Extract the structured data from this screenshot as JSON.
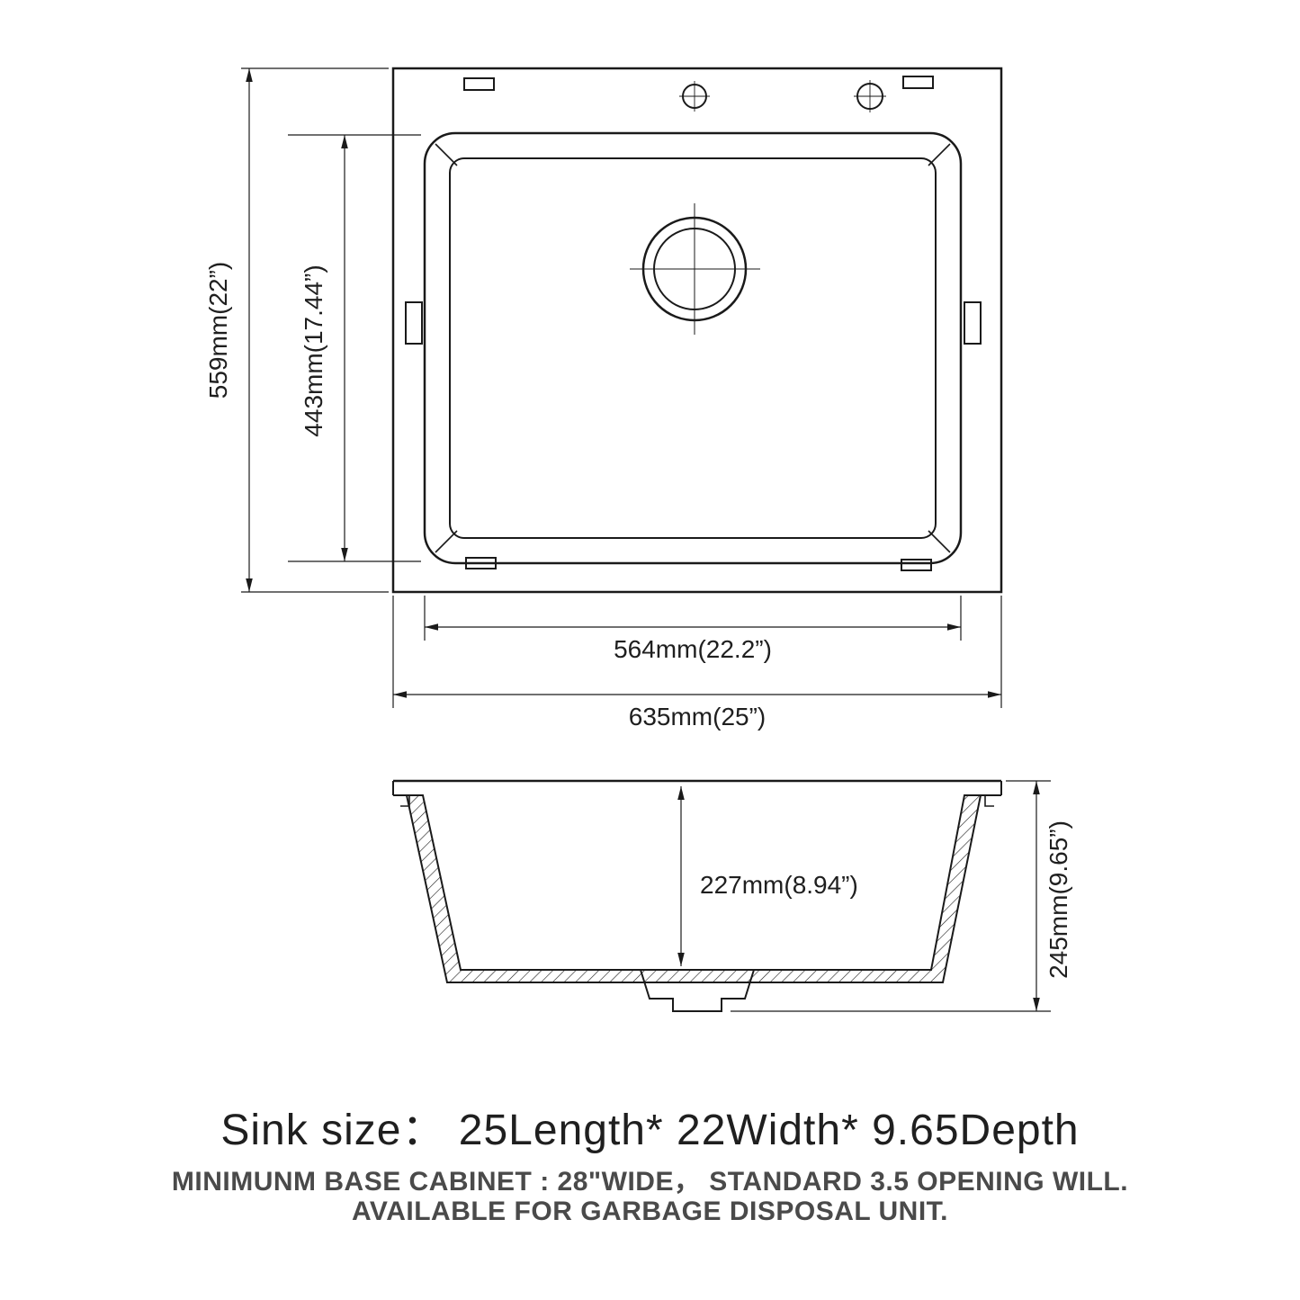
{
  "dims": {
    "outer_height": "559mm(22”)",
    "inner_height": "443mm(17.44”)",
    "inner_width": "564mm(22.2”)",
    "outer_width": "635mm(25”)",
    "bowl_depth": "227mm(8.94”)",
    "overall_depth": "245mm(9.65”)"
  },
  "captions": {
    "size_title": "Sink size： 25Length* 22Width* 9.65Depth",
    "note_line1": "MINIMUNM BASE CABINET : 28\"WIDE， STANDARD 3.5 OPENING WILL.",
    "note_line2": "AVAILABLE FOR GARBAGE DISPOSAL UNIT."
  },
  "colors": {
    "line": "#1a1a1a",
    "title_text": "#1f1f1f",
    "note_text": "#4a4a4a"
  }
}
